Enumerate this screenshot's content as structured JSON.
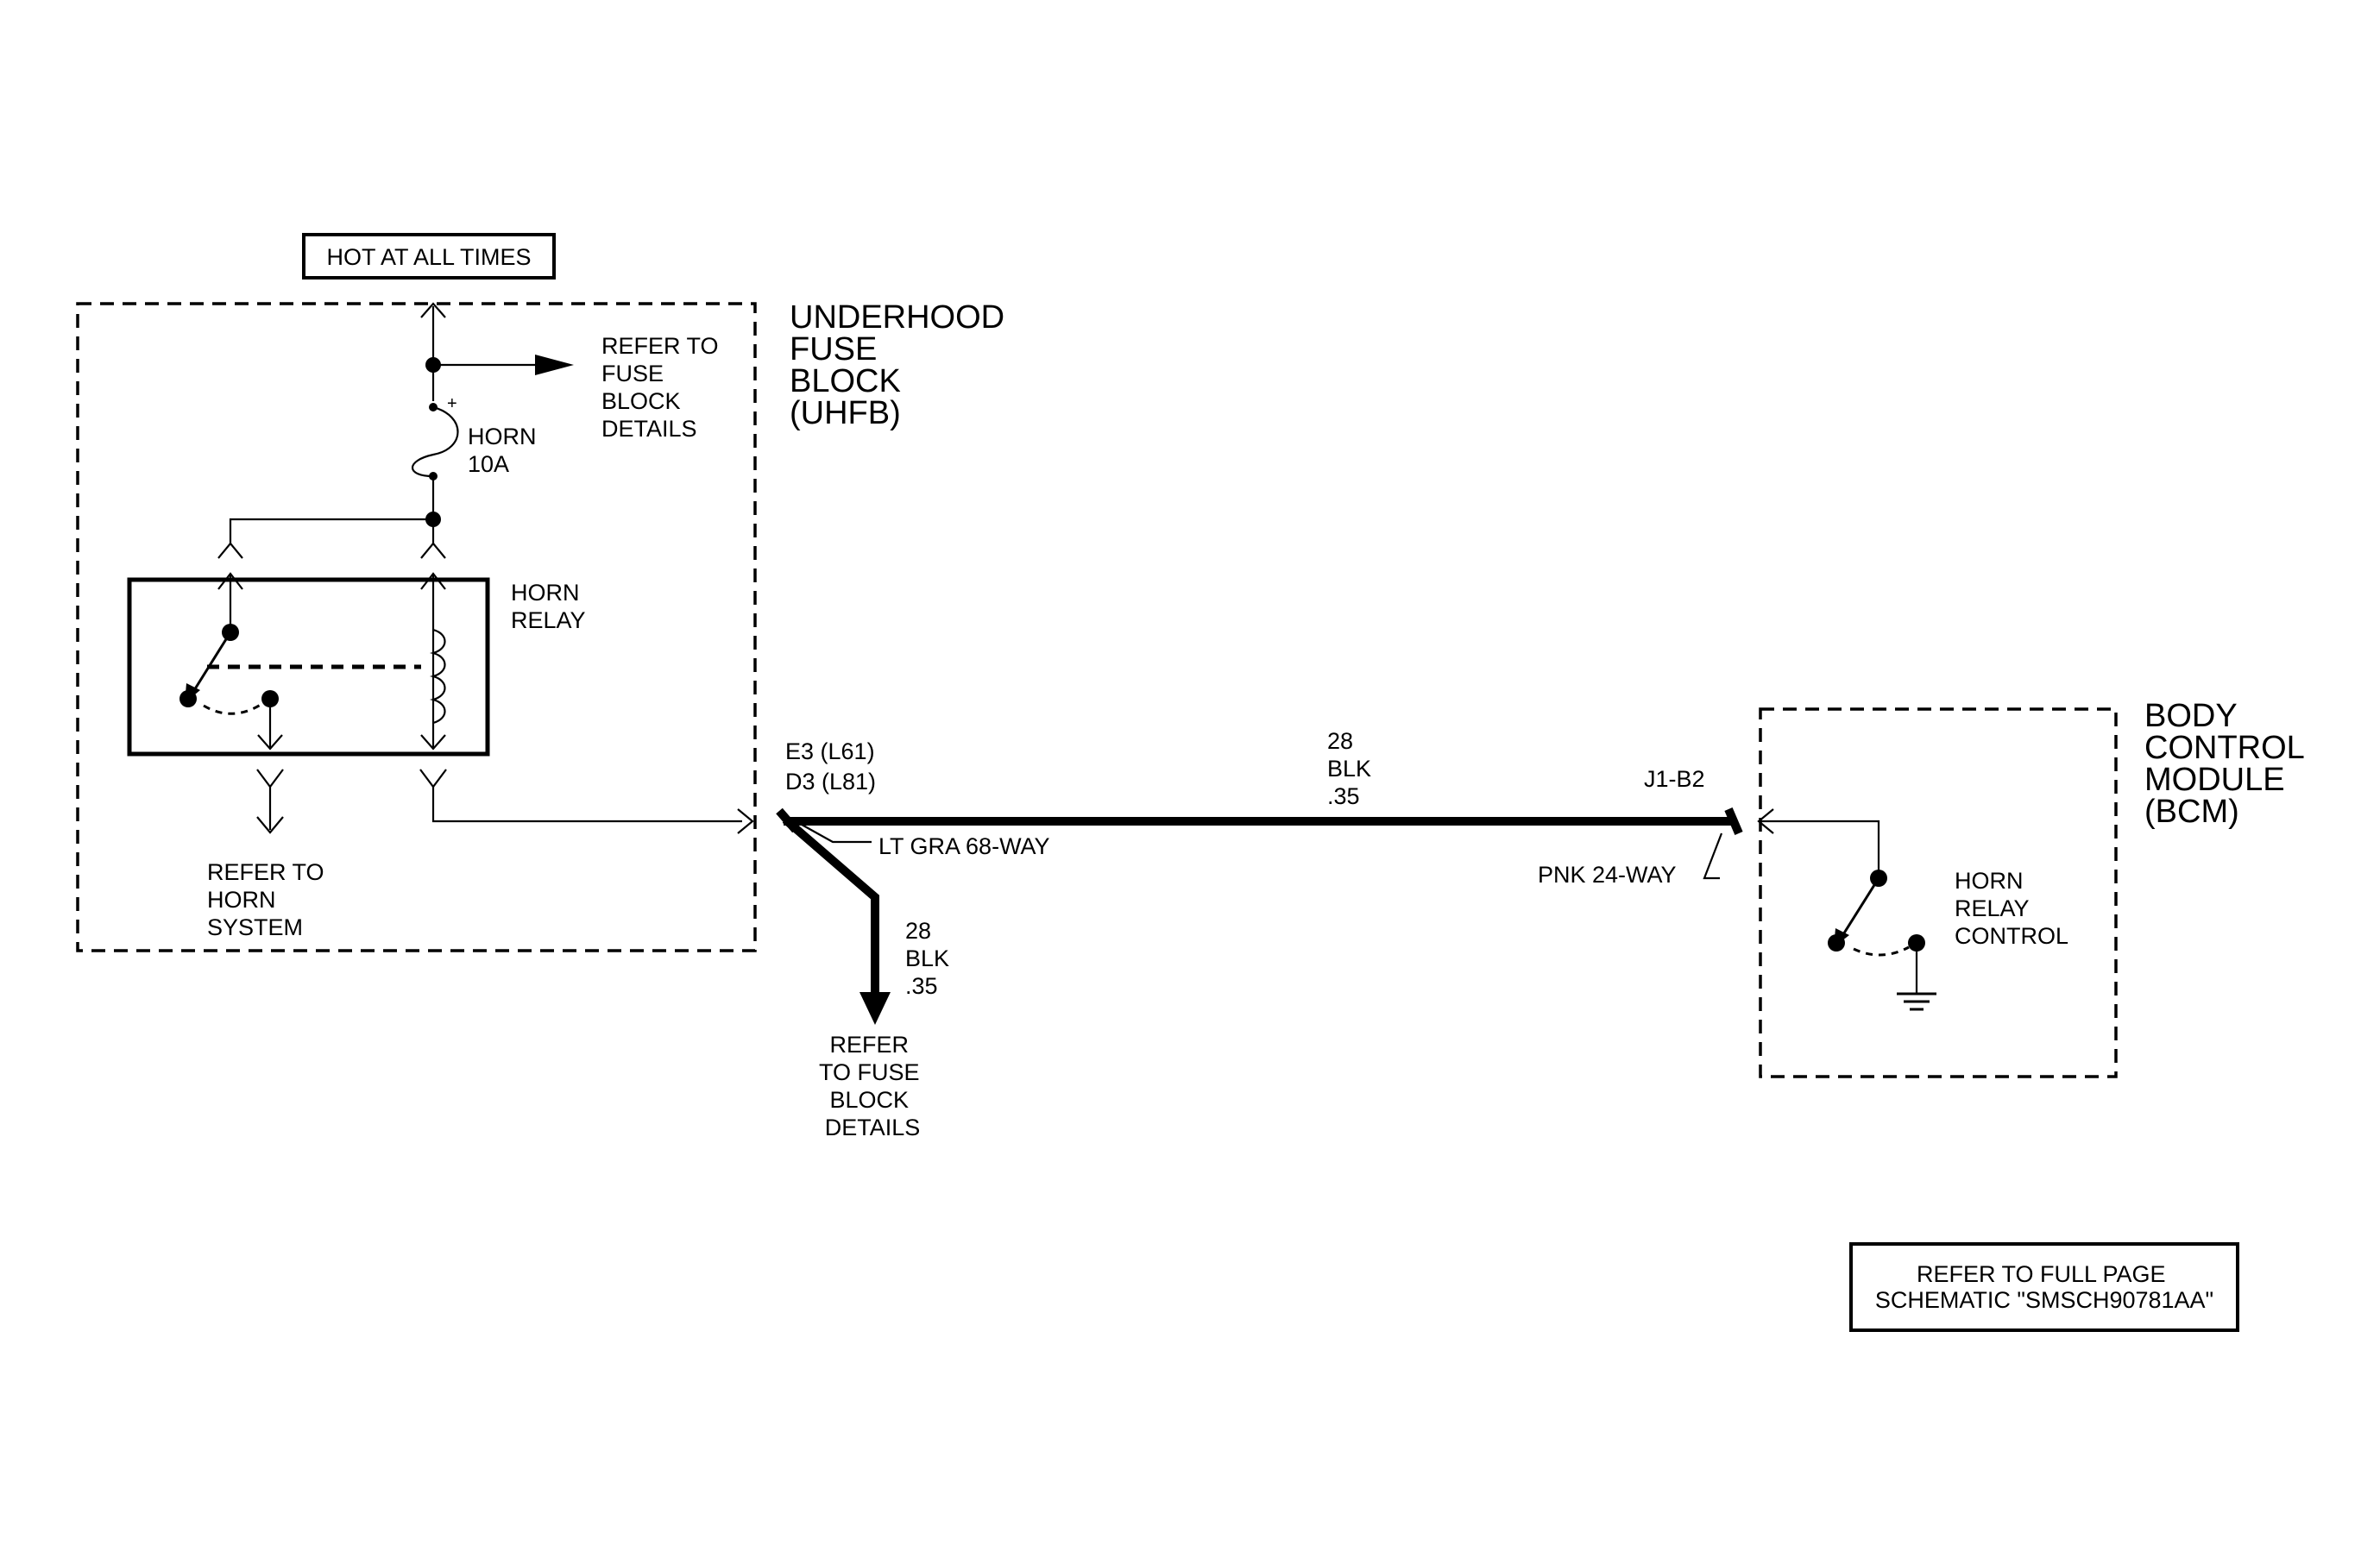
{
  "hot_label": "HOT AT ALL TIMES",
  "uhfb": {
    "title_lines": [
      "UNDERHOOD",
      "FUSE",
      "BLOCK",
      "(UHFB)"
    ],
    "refer_fuse_lines": [
      "REFER TO",
      "FUSE",
      "BLOCK",
      "DETAILS"
    ],
    "fuse_plus": "+",
    "fuse_lines": [
      "HORN",
      "10A"
    ],
    "relay_lines": [
      "HORN",
      "RELAY"
    ],
    "refer_horn_lines": [
      "REFER TO",
      "HORN",
      "SYSTEM"
    ]
  },
  "connector_left": {
    "pin_lines": [
      "E3 (L61)",
      "D3 (L81)"
    ],
    "name": "LT GRA 68-WAY"
  },
  "wire_main": {
    "lines": [
      "28",
      "BLK",
      ".35"
    ]
  },
  "wire_branch": {
    "lines": [
      "28",
      "BLK",
      ".35"
    ]
  },
  "refer_fuse2_lines": [
    "REFER",
    "TO FUSE",
    "BLOCK",
    "DETAILS"
  ],
  "connector_right": {
    "pin": "J1-B2",
    "name": "PNK 24-WAY"
  },
  "bcm": {
    "title_lines": [
      "BODY",
      "CONTROL",
      "MODULE",
      "(BCM)"
    ],
    "control_lines": [
      "HORN",
      "RELAY",
      "CONTROL"
    ]
  },
  "footer_lines": [
    "REFER TO FULL PAGE",
    "SCHEMATIC \"SMSCH90781AA\""
  ]
}
